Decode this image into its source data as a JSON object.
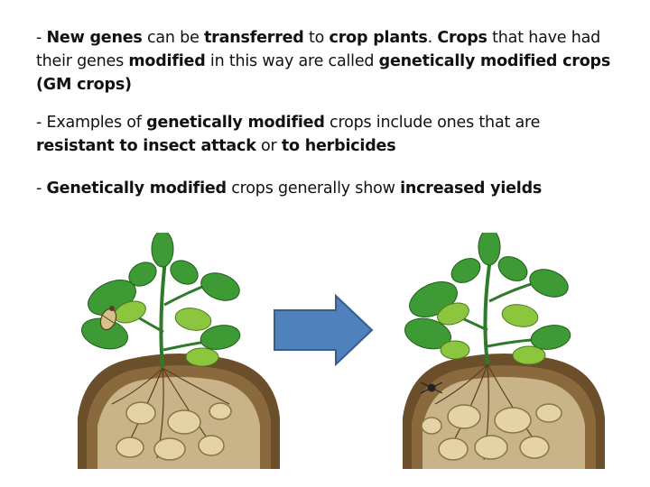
{
  "paragraphs": [
    {
      "segments": [
        {
          "text": "- ",
          "bold": false
        },
        {
          "text": "New genes",
          "bold": true
        },
        {
          "text": " can be ",
          "bold": false
        },
        {
          "text": "transferred",
          "bold": true
        },
        {
          "text": " to ",
          "bold": false
        },
        {
          "text": "crop plants",
          "bold": true
        },
        {
          "text": ". ",
          "bold": false
        },
        {
          "text": "Crops",
          "bold": true
        },
        {
          "text": " that have had their genes ",
          "bold": false
        },
        {
          "text": "modified",
          "bold": true
        },
        {
          "text": " in this way are called ",
          "bold": false
        },
        {
          "text": "genetically modified crops (GM crops)",
          "bold": true
        }
      ]
    },
    {
      "segments": [
        {
          "text": "- Examples of ",
          "bold": false
        },
        {
          "text": "genetically modified",
          "bold": true
        },
        {
          "text": " crops include ones that are ",
          "bold": false
        },
        {
          "text": "resistant to insect attack",
          "bold": true
        },
        {
          "text": " or ",
          "bold": false
        },
        {
          "text": "to herbicides",
          "bold": true
        }
      ]
    },
    {
      "segments": [
        {
          "text": "- ",
          "bold": false
        },
        {
          "text": "Genetically modified",
          "bold": true
        },
        {
          "text": " crops generally show ",
          "bold": false
        },
        {
          "text": "increased yields",
          "bold": true
        }
      ]
    }
  ],
  "illustration": {
    "left_plant": "potato-plant-with-insect-icon",
    "arrow": "right-arrow-icon",
    "right_plant": "healthy-potato-plant-icon",
    "colors": {
      "arrow_fill": "#4f81bd",
      "arrow_stroke": "#385d8a",
      "leaf_dark": "#3e9a35",
      "leaf_light": "#8cc63f",
      "soil_dark": "#6b4f2a",
      "soil_light": "#c9b48a",
      "potato": "#e3d3a6"
    }
  }
}
